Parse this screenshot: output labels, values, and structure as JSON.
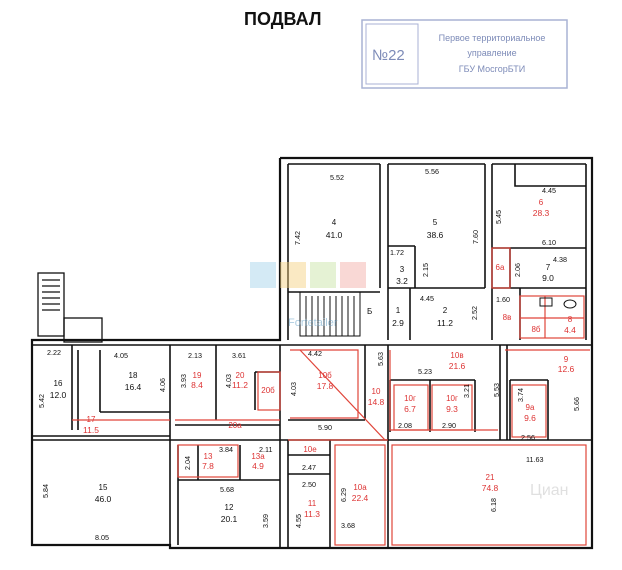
{
  "title": "ПОДВАЛ",
  "stamp": {
    "number": "№22",
    "line1": "Первое территориальное",
    "line2": "управление",
    "line3": "ГБУ МосгорБТИ"
  },
  "watermark": {
    "brand": "Fortetailer",
    "corner": "Циан"
  },
  "stair_label": "Б",
  "rooms": [
    {
      "num": "4",
      "area": "41.0",
      "red": false
    },
    {
      "num": "5",
      "area": "38.6",
      "red": false
    },
    {
      "num": "6",
      "area": "28.3",
      "red": true
    },
    {
      "num": "3",
      "area": "3.2",
      "red": false
    },
    {
      "num": "7",
      "area": "9.0",
      "red": false
    },
    {
      "num": "1",
      "area": "2.9",
      "red": false
    },
    {
      "num": "2",
      "area": "11.2",
      "red": false
    },
    {
      "num": "8в",
      "area": "",
      "red": true
    },
    {
      "num": "8б",
      "area": "",
      "red": true
    },
    {
      "num": "8",
      "area": "4.4",
      "red": true
    },
    {
      "num": "16",
      "area": "12.0",
      "red": false
    },
    {
      "num": "18",
      "area": "16.4",
      "red": false
    },
    {
      "num": "19",
      "area": "8.4",
      "red": true
    },
    {
      "num": "20",
      "area": "11.2",
      "red": true
    },
    {
      "num": "10б",
      "area": "17.8",
      "red": true
    },
    {
      "num": "10",
      "area": "14.8",
      "red": true
    },
    {
      "num": "10в",
      "area": "21.6",
      "red": true
    },
    {
      "num": "9",
      "area": "12.6",
      "red": true
    },
    {
      "num": "10г",
      "area": "6.7",
      "red": true
    },
    {
      "num": "10г",
      "area": "9.3",
      "red": true
    },
    {
      "num": "9а",
      "area": "9.6",
      "red": true
    },
    {
      "num": "17",
      "area": "11.5",
      "red": true
    },
    {
      "num": "13",
      "area": "7.8",
      "red": true
    },
    {
      "num": "13а",
      "area": "4.9",
      "red": true
    },
    {
      "num": "15",
      "area": "46.0",
      "red": false
    },
    {
      "num": "12",
      "area": "20.1",
      "red": false
    },
    {
      "num": "11",
      "area": "11.3",
      "red": true
    },
    {
      "num": "10а",
      "area": "22.4",
      "red": true
    },
    {
      "num": "21",
      "area": "74.8",
      "red": true
    }
  ],
  "red_labels": [
    "6а",
    "20б",
    "20а",
    "10е"
  ],
  "dimensions": [
    "5.52",
    "7.42",
    "5.56",
    "7.60",
    "4.45",
    "5.45",
    "6.10",
    "1.72",
    "2.15",
    "2.06",
    "4.38",
    "4.45",
    "2.52",
    "1.60",
    "2.22",
    "4.05",
    "2.13",
    "3.61",
    "4.42",
    "5.63",
    "5.42",
    "4.06",
    "3.93",
    "4.03",
    "4.03",
    "5.23",
    "5.53",
    "3.74",
    "5.66",
    "3.21",
    "2.08",
    "2.90",
    "5.90",
    "2.56",
    "2.04",
    "3.84",
    "2.11",
    "2.47",
    "11.63",
    "5.84",
    "5.68",
    "2.50",
    "6.29",
    "6.18",
    "8.05",
    "4.55",
    "3.59",
    "3.68"
  ]
}
